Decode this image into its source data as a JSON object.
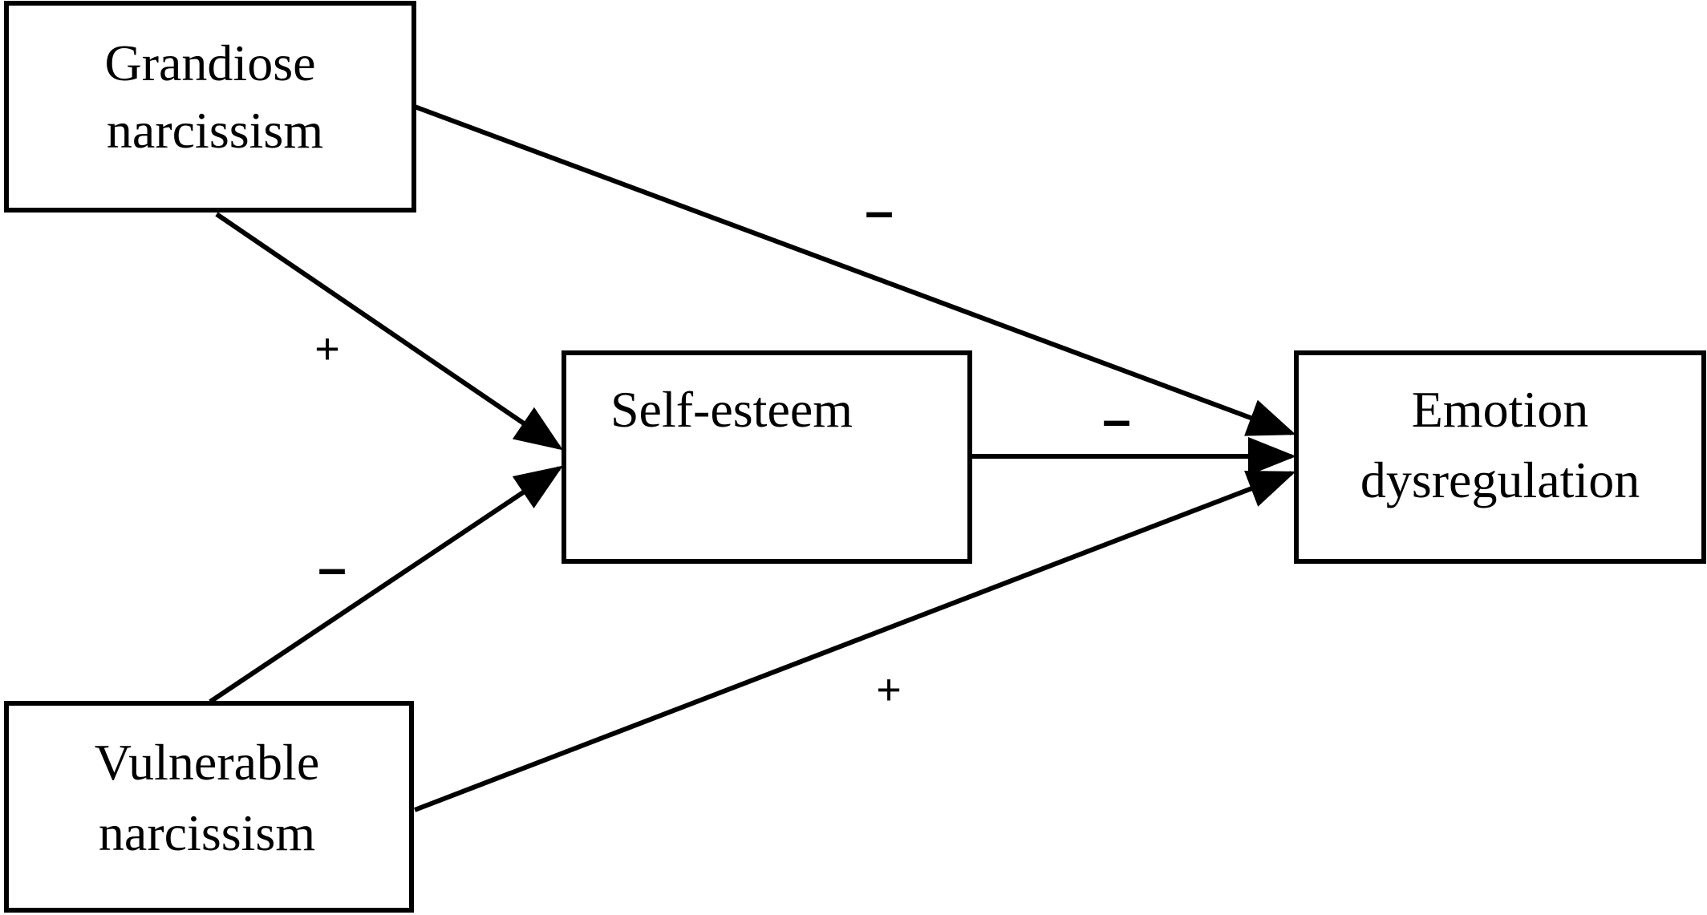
{
  "diagram": {
    "nodes": {
      "grandiose": {
        "line1": "Grandiose",
        "line2": "narcissism"
      },
      "vulnerable": {
        "line1": "Vulnerable",
        "line2": "narcissism"
      },
      "self_esteem": {
        "line1": "Self-esteem"
      },
      "emotion": {
        "line1": "Emotion",
        "line2": "dysregulation"
      }
    },
    "paths": {
      "grandiose_to_self_esteem": "+",
      "grandiose_to_emotion": "–",
      "vulnerable_to_self_esteem": "–",
      "vulnerable_to_emotion": "+",
      "self_esteem_to_emotion": "–"
    }
  }
}
